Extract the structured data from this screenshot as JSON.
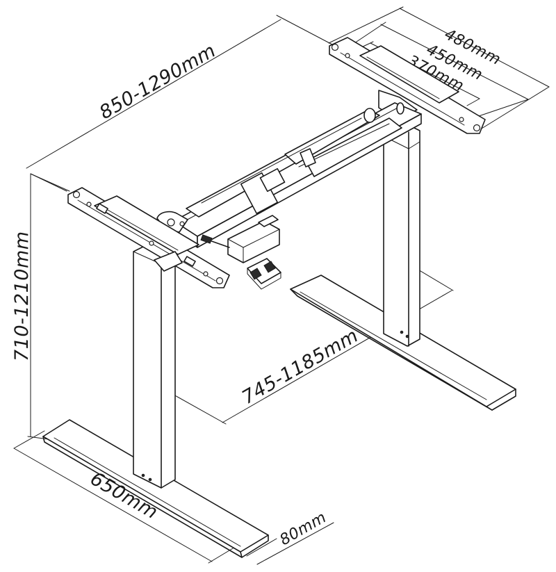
{
  "diagram": {
    "dimensions": {
      "length": "850-1290mm",
      "height": "710-1210mm",
      "width_outer": "480mm",
      "width_mid": "450mm",
      "width_inner": "370mm",
      "leg_spacing": "745-1185mm",
      "foot_length": "650mm",
      "foot_width": "80mm"
    }
  }
}
